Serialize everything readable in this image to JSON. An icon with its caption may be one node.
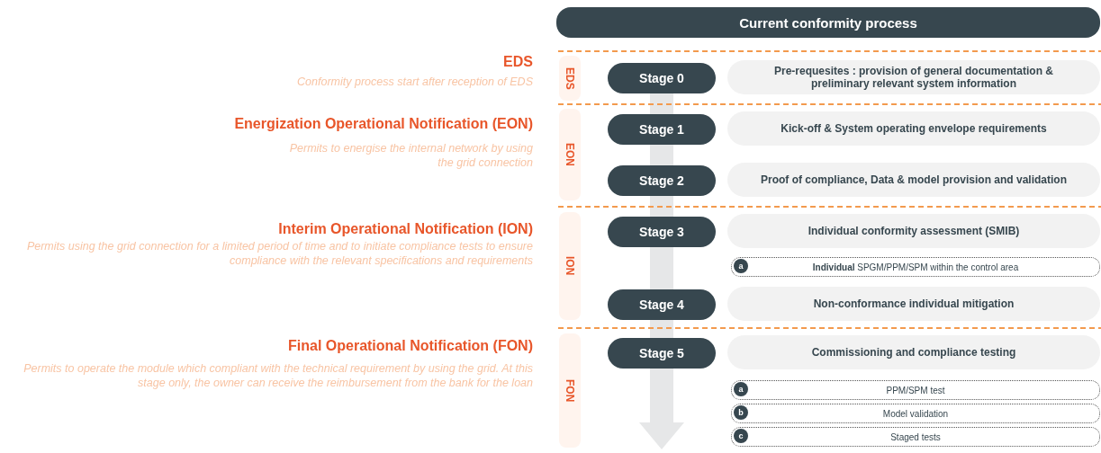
{
  "diagram": {
    "nodes": [
      {
        "text": [
          "Current conformity process"
        ]
      },
      {
        "text": [
          "EDS"
        ]
      },
      {
        "text": [
          "Stage 0"
        ]
      },
      {
        "text": [
          "Pre-requesites : provision of general documentation & preliminary relevant system information"
        ]
      },
      {
        "text": [
          "EON"
        ]
      },
      {
        "text": [
          "Stage 1"
        ]
      },
      {
        "text": [
          "Kick-off & System operating envelope requirements"
        ]
      },
      {
        "text": [
          "Stage 2"
        ]
      },
      {
        "text": [
          "Proof of compliance, Data & model provision and validation"
        ]
      },
      {
        "text": [
          "ION"
        ]
      },
      {
        "text": [
          "Stage 3"
        ]
      },
      {
        "text": [
          "Individual conformity assessment (SMIB)"
        ]
      },
      {
        "text": [
          "**Individual** SPGM/PPM/SPM within the control area"
        ]
      },
      {
        "text": [
          "a"
        ],
        "in": 12
      },
      {
        "text": [
          "Stage 4"
        ]
      },
      {
        "text": [
          "Non-conformance individual mitigation"
        ]
      },
      {
        "text": [
          "FON"
        ]
      },
      {
        "text": [
          "Stage 5"
        ]
      },
      {
        "text": [
          "Commissioning and compliance testing"
        ]
      },
      {
        "text": [
          "PPM/SPM test"
        ]
      },
      {
        "text": [
          "a"
        ],
        "in": 19
      },
      {
        "text": [
          "Model validation"
        ]
      },
      {
        "text": [
          "b"
        ],
        "in": 21
      },
      {
        "text": [
          "Staged tests"
        ]
      },
      {
        "text": [
          "c"
        ],
        "in": 23
      }
    ],
    "labels": [
      "EDS",
      "Conformity process start after reception of EDS",
      "Energization Operational Notification (EON)",
      "Permits to energise the internal network by using the grid connection",
      "Interim Operational Notification (ION)",
      "Permits using the grid connection for a limited period of time and to initiate compliance tests to ensure compliance with the relevant specifications and requirements",
      "Final Operational Notification (FON)",
      "Permits to operate the module which compliant with the technical requirement by using the grid. At this stage only, the owner can receive the reimbursement from the bank for the loan"
    ]
  }
}
